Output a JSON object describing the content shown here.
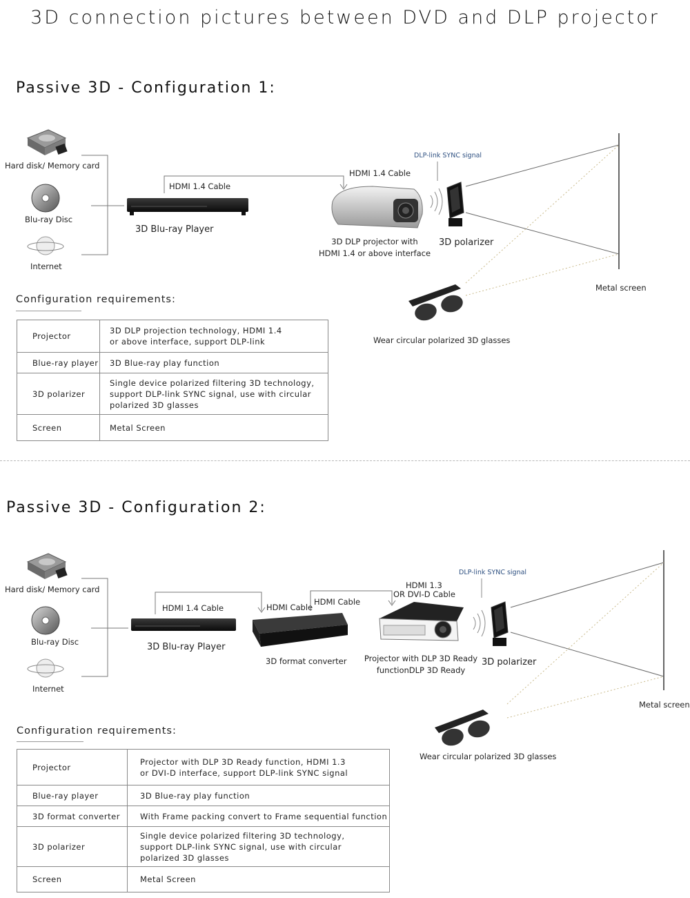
{
  "title": "3D connection pictures between DVD and DLP projector",
  "config1": {
    "heading": "Passive 3D - Configuration 1:",
    "sources": [
      "Hard disk/ Memory card",
      "Blu-ray Disc",
      "Internet"
    ],
    "cable_player": "HDMI 1.4 Cable",
    "player": "3D Blu-ray Player",
    "cable_projector": "HDMI 1.4 Cable",
    "projector_line1": "3D DLP projector with",
    "projector_line2": "HDMI 1.4 or above interface",
    "sync": "DLP-link SYNC signal",
    "polarizer": "3D polarizer",
    "screen": "Metal screen",
    "glasses": "Wear circular polarized 3D glasses",
    "req_title": "Configuration requirements:",
    "requirements": [
      {
        "item": "Projector",
        "lines": [
          "3D DLP projection technology, HDMI 1.4",
          "or above interface, support DLP-link"
        ]
      },
      {
        "item": "Blue-ray player",
        "lines": [
          "3D Blue-ray play function"
        ]
      },
      {
        "item": "3D polarizer",
        "lines": [
          "Single device polarized filtering 3D technology,",
          "support DLP-link SYNC signal, use with circular",
          "polarized 3D glasses"
        ]
      },
      {
        "item": "Screen",
        "lines": [
          "Metal Screen"
        ]
      }
    ]
  },
  "config2": {
    "heading": "Passive 3D - Configuration 2:",
    "sources": [
      "Hard disk/ Memory card",
      "Blu-ray Disc",
      "Internet"
    ],
    "cable_player": "HDMI 1.4 Cable",
    "player": "3D Blu-ray Player",
    "cable_converter": "HDMI Cable",
    "converter": "3D format converter",
    "cable_projector": "HDMI Cable",
    "hdmi13_line1": "HDMI 1.3",
    "hdmi13_line2": "OR DVI-D Cable",
    "projector_line1": "Projector with DLP 3D Ready",
    "projector_line2": "functionDLP 3D Ready",
    "sync": "DLP-link SYNC signal",
    "polarizer": "3D polarizer",
    "screen": "Metal screen",
    "glasses": "Wear circular polarized 3D glasses",
    "req_title": "Configuration requirements:",
    "requirements": [
      {
        "item": "Projector",
        "lines": [
          "Projector with DLP 3D Ready function, HDMI 1.3",
          "or DVI-D interface, support DLP-link SYNC signal"
        ]
      },
      {
        "item": "Blue-ray player",
        "lines": [
          "3D Blue-ray play function"
        ]
      },
      {
        "item": "3D format converter",
        "lines": [
          "With Frame packing convert to Frame sequential function"
        ]
      },
      {
        "item": "3D polarizer",
        "lines": [
          "Single device polarized filtering 3D technology,",
          "support DLP-link SYNC signal, use with circular",
          "polarized 3D glasses"
        ]
      },
      {
        "item": "Screen",
        "lines": [
          "Metal Screen"
        ]
      }
    ]
  },
  "colors": {
    "sync_text": "#2d4f80",
    "line": "#666666",
    "dotted": "#c8b98a"
  }
}
